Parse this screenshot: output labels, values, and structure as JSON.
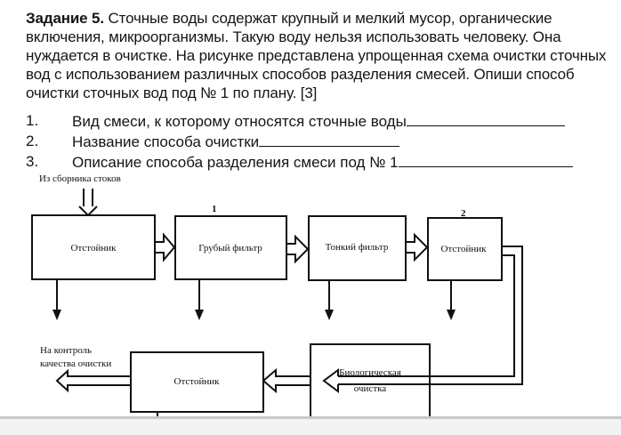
{
  "task": {
    "title": "Задание 5.",
    "body": "Сточные воды содержат крупный и мелкий мусор, органические включения, микроорганизмы. Такую воду нельзя использовать человеку. Она нуждается в очистке. На рисунке представлена упрощенная схема очистки сточных вод с использованием различных способов разделения смесей. Опиши способ очистки сточных вод под № 1 по плану. [3]"
  },
  "questions": [
    {
      "num": "1.",
      "text": "Вид смеси, к которому относятся сточные воды"
    },
    {
      "num": "2.",
      "text": "Название способа очистки"
    },
    {
      "num": "3.",
      "text": "Описание способа разделения смеси под № 1"
    }
  ],
  "diagram": {
    "input_label": "Из сборника стоков",
    "output_label_line1": "На контроль",
    "output_label_line2": "качества очистки",
    "boxes": {
      "settler1": "Отстойник",
      "coarse_filter": "Грубый фильтр",
      "fine_filter": "Тонкий  фильтр",
      "settler2": "Отстойник",
      "bio_line1": "Биологическая",
      "bio_line2": "очистка",
      "settler3": "Отстойник"
    },
    "markers": {
      "coarse_filter": "1",
      "settler2": "2"
    }
  }
}
